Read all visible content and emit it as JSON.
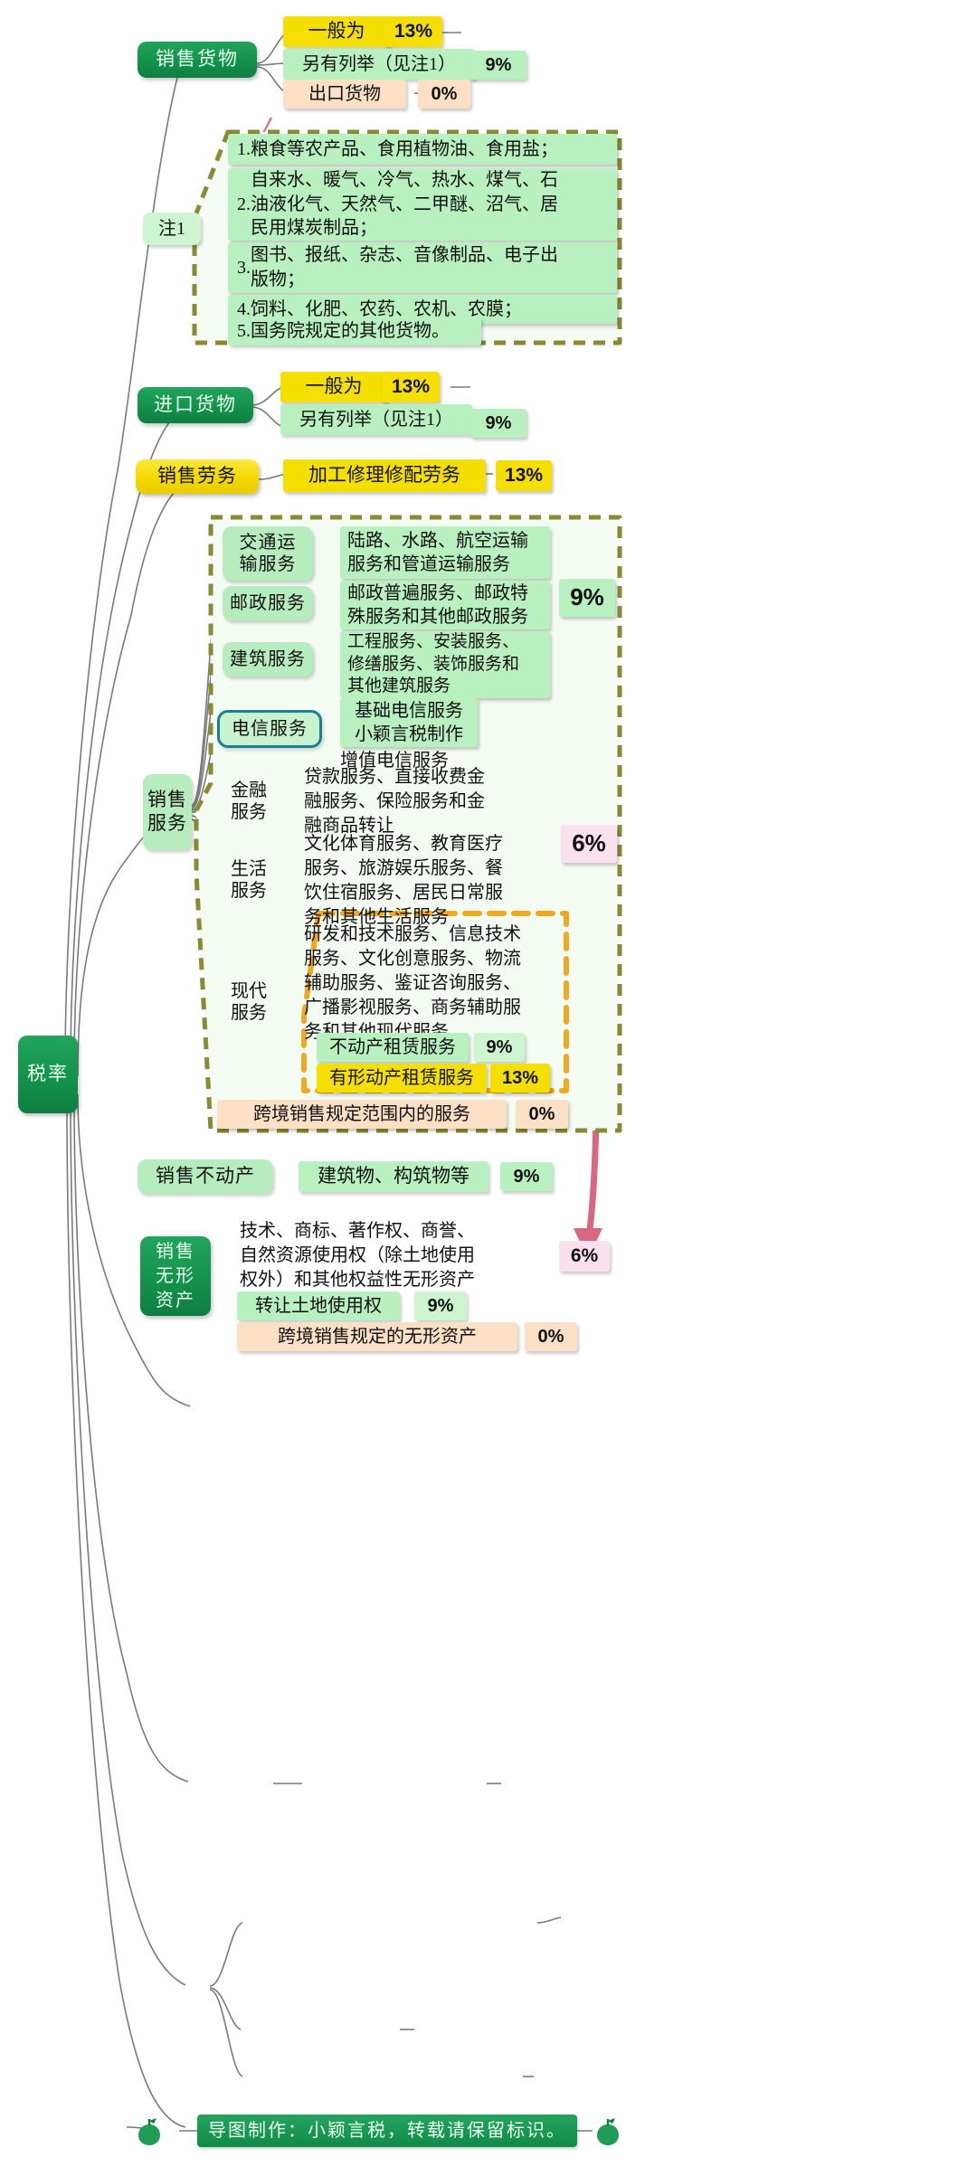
{
  "root": {
    "label": "税率"
  },
  "colors": {
    "dark_green": "#12904a",
    "light_green": "#b9f0c0",
    "yellow": "#f5df00",
    "peach": "#fbe0c6",
    "pink": "#fbe0ee",
    "teal_arrow": "#2d9aa5",
    "pink_arrow": "#d9677f",
    "dash_olive": "#8a8a33",
    "dash_orange": "#f0a81e"
  },
  "branches": {
    "sell_goods": {
      "label": "销售货物",
      "rows": [
        {
          "label": "一般为",
          "rate": "13%"
        },
        {
          "label": "另有列举（见注1）",
          "rate": "9%"
        },
        {
          "label": "出口货物",
          "rate": "0%"
        }
      ]
    },
    "note1": {
      "label": "注1",
      "items": [
        "1.粮食等农产品、食用植物油、食用盐；",
        "2.自来水、暖气、冷气、热水、煤气、石油液化气、天然气、二甲醚、沼气、居民用煤炭制品；",
        "3.图书、报纸、杂志、音像制品、电子出版物；",
        "4.饲料、化肥、农药、农机、农膜；",
        "5.国务院规定的其他货物。"
      ],
      "item_nums": [
        "1.",
        "2.",
        "3.",
        "4.",
        "5."
      ],
      "item_texts": [
        "粮食等农产品、食用植物油、食用盐；",
        "自来水、暖气、冷气、热水、煤气、石\n油液化气、天然气、二甲醚、沼气、居\n民用煤炭制品；",
        "图书、报纸、杂志、音像制品、电子出\n版物；",
        "饲料、化肥、农药、农机、农膜；",
        "国务院规定的其他货物。"
      ]
    },
    "import_goods": {
      "label": "进口货物",
      "rows": [
        {
          "label": "一般为",
          "rate": "13%"
        },
        {
          "label": "另有列举（见注1）",
          "rate": "9%"
        }
      ]
    },
    "sell_labor": {
      "label": "销售劳务",
      "rows": [
        {
          "label": "加工修理修配劳务",
          "rate": "13%"
        }
      ]
    },
    "sell_services": {
      "label": "销售\n服务",
      "rate_9": "9%",
      "rate_6": "6%",
      "items": [
        {
          "name": "交通运\n输服务",
          "detail": "陆路、水路、航空运输\n服务和管道运输服务",
          "style": "mid-green"
        },
        {
          "name": "邮政服务",
          "detail": "邮政普遍服务、邮政特\n殊服务和其他邮政服务",
          "style": "mid-green"
        },
        {
          "name": "建筑服务",
          "detail": "工程服务、安装服务、\n修缮服务、装饰服务和\n其他建筑服务",
          "style": "mid-green"
        },
        {
          "name": "电信服务",
          "detail": "基础电信服务\n小颖言税制作",
          "detail2": "增值电信服务",
          "style": "telecom"
        },
        {
          "name": "金融\n服务",
          "detail": "贷款服务、直接收费金\n融服务、保险服务和金\n融商品转让",
          "style": "plain"
        },
        {
          "name": "生活\n服务",
          "detail": "文化体育服务、教育医疗\n服务、旅游娱乐服务、餐\n饮住宿服务、居民日常服\n务和其他生活服务",
          "style": "plain"
        },
        {
          "name": "现代\n服务",
          "detail": "研发和技术服务、信息技术\n服务、文化创意服务、物流\n辅助服务、鉴证咨询服务、\n广播影视服务、商务辅助服\n务和其他现代服务",
          "style": "plain"
        }
      ],
      "modern_extra": [
        {
          "label": "不动产租赁服务",
          "rate": "9%",
          "style": "lt-green"
        },
        {
          "label": "有形动产租赁服务",
          "rate": "13%",
          "style": "yellow"
        }
      ],
      "cross_border": {
        "label": "跨境销售规定范围内的服务",
        "rate": "0%"
      }
    },
    "sell_realestate": {
      "label": "销售不动产",
      "rows": [
        {
          "label": "建筑物、构筑物等",
          "rate": "9%"
        }
      ]
    },
    "sell_intangible": {
      "label": "销售\n无形\n资产",
      "rows": [
        {
          "label": "技术、商标、著作权、商誉、\n自然资源使用权（除土地使用\n权外）和其他权益性无形资产",
          "rate": "6%",
          "style": "plain",
          "rate_style": "pink"
        },
        {
          "label": "转让土地使用权",
          "rate": "9%",
          "style": "lt-green",
          "rate_style": "pale-green"
        },
        {
          "label": "跨境销售规定的无形资产",
          "rate": "0%",
          "style": "peach",
          "rate_style": "peach"
        }
      ]
    }
  },
  "footer": {
    "text": "导图制作：小颖言税，转载请保留标识。",
    "left_icon": "apple-icon",
    "right_icon": "apple-icon"
  }
}
